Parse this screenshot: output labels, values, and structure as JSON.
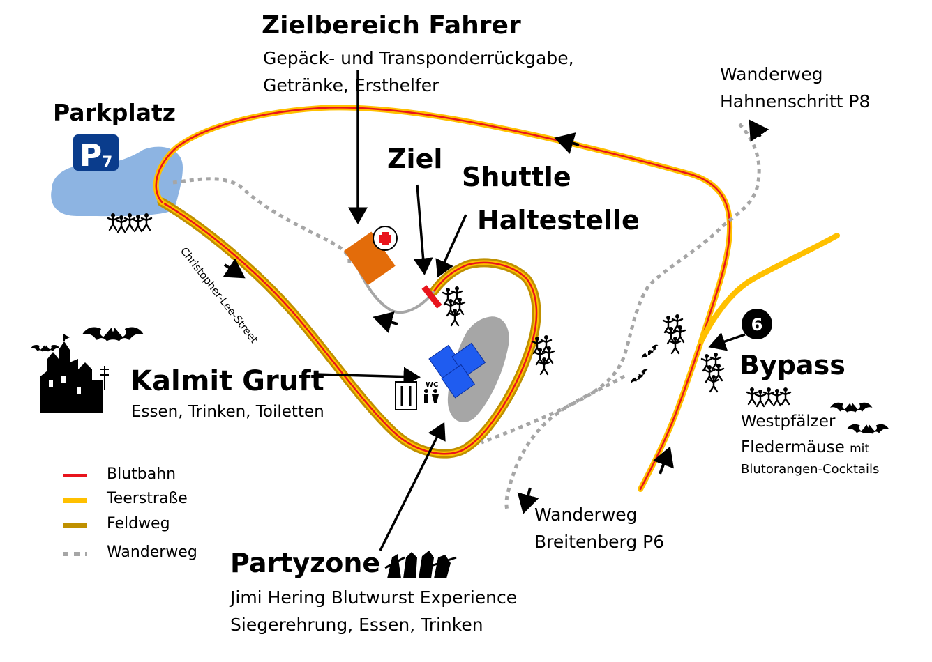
{
  "labels": {
    "zielbereich_title": "Zielbereich Fahrer",
    "zielbereich_line1": "Gepäck- und Transponderrückgabe,",
    "zielbereich_line2": "Getränke, Ersthelfer",
    "parkplatz": "Parkplatz",
    "parking_sign": "P",
    "parking_sub": "7",
    "ziel": "Ziel",
    "shuttle_line1": "Shuttle",
    "shuttle_line2": "Haltestelle",
    "wanderweg_p8_line1": "Wanderweg",
    "wanderweg_p8_line2": "Hahnenschritt P8",
    "street": "Christopher-Lee-Street",
    "kalmit_title": "Kalmit Gruft",
    "kalmit_sub": "Essen, Trinken, Toiletten",
    "wc": "WC",
    "bypass": "Bypass",
    "marker_number": "6",
    "westpfalz_line1": "Westpfälzer",
    "westpfalz_line2a": "Fledermäuse",
    "westpfalz_line2b": "mit",
    "westpfalz_line3": "Blutorangen-Cocktails",
    "wanderweg_p6_line1": "Wanderweg",
    "wanderweg_p6_line2": "Breitenberg P6",
    "partyzone_title": "Partyzone",
    "partyzone_line1": "Jimi Hering Blutwurst Experience",
    "partyzone_line2": "Siegerehrung, Essen, Trinken"
  },
  "legend": [
    {
      "label": "Blutbahn",
      "color": "#e8141c",
      "style": "solid"
    },
    {
      "label": "Teerstraße",
      "color": "#ffc000",
      "style": "solid"
    },
    {
      "label": "Feldweg",
      "color": "#bf9000",
      "style": "solid"
    },
    {
      "label": "Wanderweg",
      "color": "#a6a6a6",
      "style": "dotted"
    }
  ],
  "colors": {
    "blutbahn": "#e8141c",
    "teerstrasse": "#ffc000",
    "feldweg": "#bf9000",
    "wanderweg": "#a6a6a6",
    "parking_area": "#8db4e2",
    "parking_sign": "#0a3c8c",
    "finish_building": "#e36c0a",
    "party_area": "#a6a6a6",
    "kalmit_building": "#1f5cf0"
  },
  "icons": [
    "first-aid-cross-icon",
    "castle-silhouette-icon",
    "bat-icon",
    "crowd-icon",
    "band-silhouette-icon",
    "restaurant-icon",
    "toilet-icon",
    "direction-arrow-icon"
  ]
}
